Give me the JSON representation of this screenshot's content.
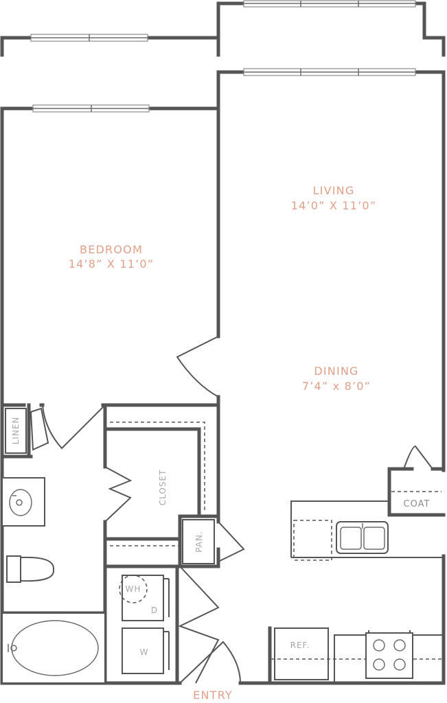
{
  "rooms": {
    "living": {
      "name": "LIVING",
      "size": "14’0” X 11’0”"
    },
    "bedroom": {
      "name": "BEDROOM",
      "size": "14’8” X 11’0”"
    },
    "dining": {
      "name": "DINING",
      "size": "7’4” x 8’0”"
    }
  },
  "fixtures": {
    "linen": "LINEN",
    "closet": "CLOSET",
    "pantry": "PAN.",
    "coat": "COAT",
    "water_heater": "WH",
    "dryer": "D",
    "washer": "W",
    "refrigerator": "REF."
  },
  "entry": "ENTRY",
  "colors": {
    "wall": "#555556",
    "label": "#e0a08a",
    "fixture_label": "#a8a8a8"
  }
}
